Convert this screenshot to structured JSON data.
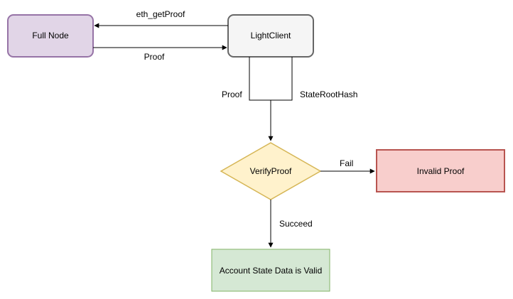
{
  "nodes": {
    "full_node": {
      "label": "Full Node",
      "fill": "#e1d5e7",
      "stroke": "#9673a6"
    },
    "light_client": {
      "label": "LightClient",
      "fill": "#f5f5f5",
      "stroke": "#666666"
    },
    "verify_proof": {
      "label": "VerifyProof",
      "fill": "#fff2cc",
      "stroke": "#d6b656"
    },
    "invalid_proof": {
      "label": "Invalid Proof",
      "fill": "#f8cecc",
      "stroke": "#b85450"
    },
    "valid": {
      "label": "Account State Data is Valid",
      "fill": "#d5e8d4",
      "stroke": "#82b366"
    }
  },
  "edges": {
    "get_proof": "eth_getProof",
    "proof_return": "Proof",
    "proof_in": "Proof",
    "state_root": "StateRootHash",
    "fail": "Fail",
    "succeed": "Succeed"
  }
}
